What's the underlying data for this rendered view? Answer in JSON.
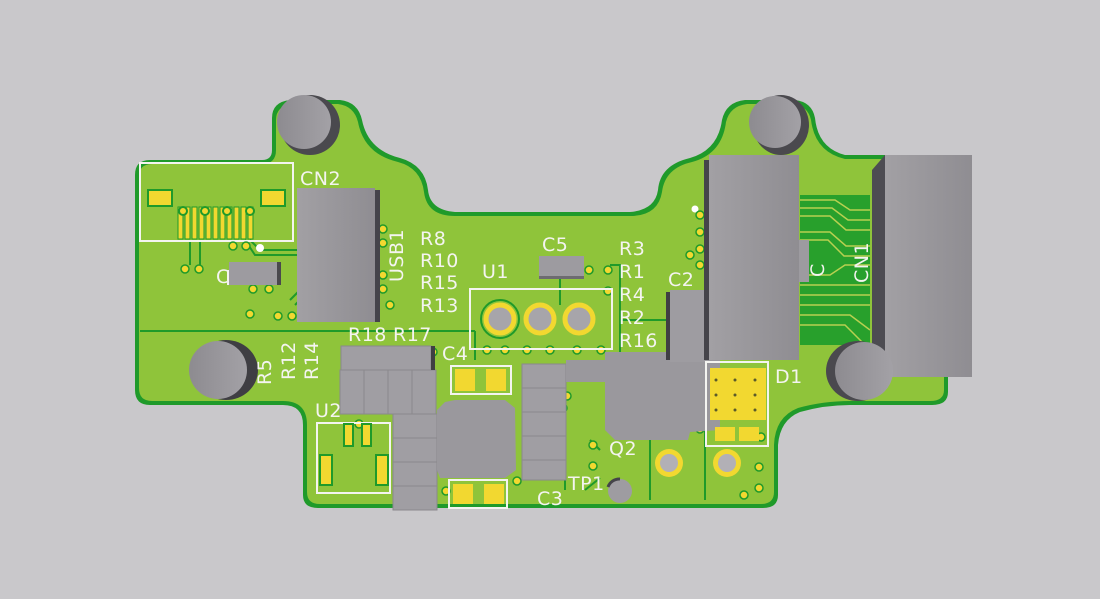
{
  "viewer": {
    "background": "#c9c8cb",
    "board_color": "#8fc43a",
    "board_edge_color": "#1f9a2a",
    "copper_pour_color": "#28a02c",
    "pad_color": "#f2d830",
    "silkscreen_color": "#f4f4f0",
    "component_body_color": "#9c9a9e"
  },
  "labels": {
    "cn2": "CN2",
    "usb1": "USB1",
    "c_left": "C",
    "r8": "R8",
    "r10": "R10",
    "r15": "R15",
    "r13": "R13",
    "u1": "U1",
    "c5": "C5",
    "r3": "R3",
    "r1": "R1",
    "r4": "R4",
    "r2": "R2",
    "r16": "R16",
    "c2": "C2",
    "c_mid": "C",
    "cn1": "CN1",
    "r18": "R18",
    "r17": "R17",
    "c4": "C4",
    "r5": "R5",
    "r12": "R12",
    "r14": "R14",
    "u2": "U2",
    "d1": "D1",
    "q2": "Q2",
    "tp1": "TP1",
    "c3": "C3"
  },
  "components": [
    {
      "ref": "CN2",
      "type": "connector-footprint"
    },
    {
      "ref": "USB1",
      "type": "usb-connector"
    },
    {
      "ref": "CN1",
      "type": "fpc-connector"
    },
    {
      "ref": "U1",
      "type": "to92-3pin"
    },
    {
      "ref": "U2",
      "type": "sot-package"
    },
    {
      "ref": "Q2",
      "type": "transistor"
    },
    {
      "ref": "D1",
      "type": "diode"
    },
    {
      "ref": "TP1",
      "type": "test-point"
    },
    {
      "ref": "C2",
      "type": "capacitor"
    },
    {
      "ref": "C3",
      "type": "capacitor"
    },
    {
      "ref": "C4",
      "type": "capacitor"
    },
    {
      "ref": "C5",
      "type": "capacitor"
    },
    {
      "ref": "R1",
      "type": "resistor"
    },
    {
      "ref": "R2",
      "type": "resistor"
    },
    {
      "ref": "R3",
      "type": "resistor"
    },
    {
      "ref": "R4",
      "type": "resistor"
    },
    {
      "ref": "R5",
      "type": "resistor"
    },
    {
      "ref": "R8",
      "type": "resistor"
    },
    {
      "ref": "R10",
      "type": "resistor"
    },
    {
      "ref": "R12",
      "type": "resistor"
    },
    {
      "ref": "R13",
      "type": "resistor"
    },
    {
      "ref": "R14",
      "type": "resistor"
    },
    {
      "ref": "R15",
      "type": "resistor"
    },
    {
      "ref": "R16",
      "type": "resistor"
    },
    {
      "ref": "R17",
      "type": "resistor"
    },
    {
      "ref": "R18",
      "type": "resistor"
    }
  ]
}
